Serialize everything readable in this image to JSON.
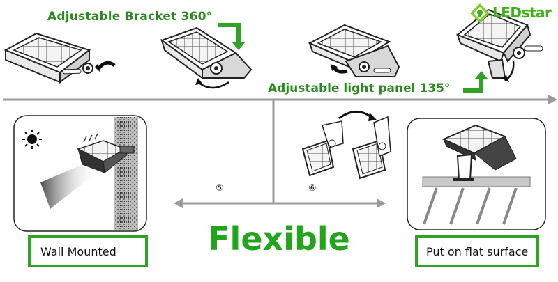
{
  "logo": {
    "text": "LEDstar",
    "icon": "green-diamond-bulb-icon"
  },
  "top_labels": {
    "bracket": "Adjustable Bracket 360°",
    "panel": "Adjustable light panel 135°"
  },
  "steps": {
    "left": "⑤",
    "right": "⑥"
  },
  "headline": "Flexible",
  "captions": {
    "wall": "Wall Mounted",
    "flat": "Put on flat surface"
  },
  "colors": {
    "accent_green": "#2ea324",
    "text_green": "#2a8a1f",
    "arrow_gray": "#9a9a9a"
  }
}
